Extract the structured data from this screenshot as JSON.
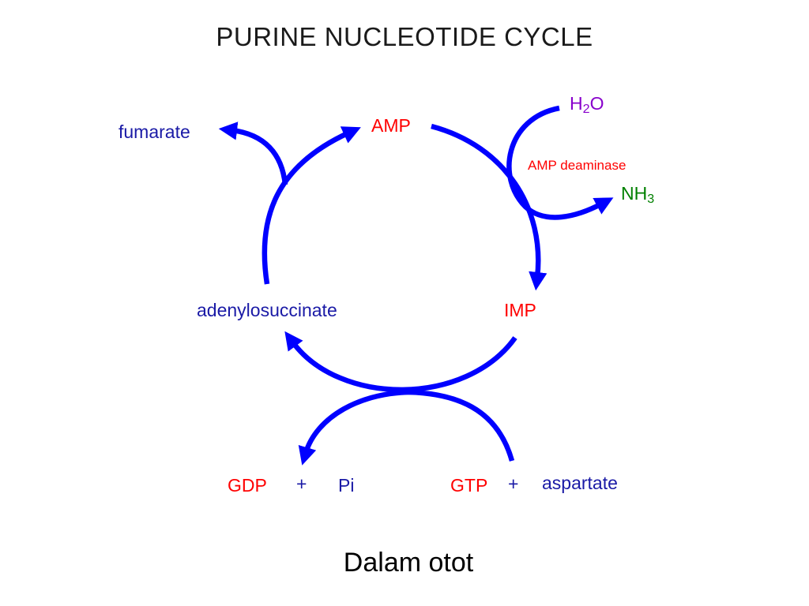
{
  "title": "PURINE NUCLEOTIDE CYCLE",
  "labels": {
    "amp": "AMP",
    "imp": "IMP",
    "adenylosuccinate": "adenylosuccinate",
    "fumarate": "fumarate",
    "h2o_main": "H",
    "h2o_sub": "2",
    "h2o_tail": "O",
    "nh3_main": "NH",
    "nh3_sub": "3",
    "enzyme": "AMP deaminase",
    "gdp": "GDP",
    "plus": "+",
    "pi": "Pi",
    "gtp": "GTP",
    "aspartate": "aspartate"
  },
  "caption": "Dalam otot",
  "colors": {
    "arrow": "#0000ff",
    "metabolite": "#1a1aa6",
    "nucleotide": "#ff0000",
    "water": "#8800cc",
    "ammonia": "#008000"
  }
}
